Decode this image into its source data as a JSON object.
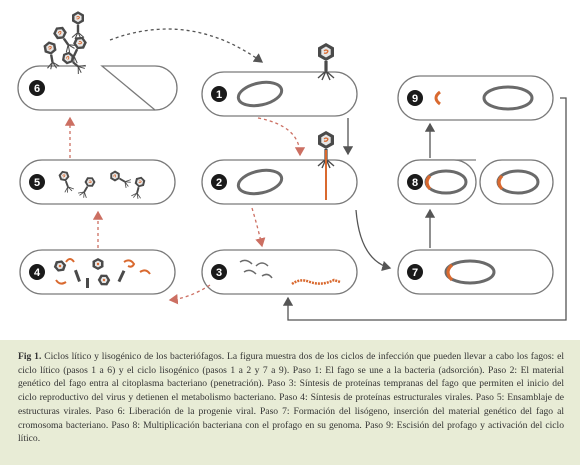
{
  "colors": {
    "cell_outline": "#7a7a7a",
    "cell_fill": "#ffffff",
    "dna": "#d9692f",
    "phage": "#4a4a4a",
    "lytic_arrow": "#cc6f62",
    "lysogenic_arrow": "#555555",
    "caption_bg": "#e8ecd6"
  },
  "steps": {
    "s1": "1",
    "s2": "2",
    "s3": "3",
    "s4": "4",
    "s5": "5",
    "s6": "6",
    "s7": "7",
    "s8": "8",
    "s9": "9"
  },
  "caption": {
    "label": "Fig 1.",
    "text": " Ciclos lítico y lisogénico de los bacteriófagos. La figura muestra dos de los ciclos de infección que pueden llevar a cabo los fagos: el ciclo lítico (pasos 1 a 6) y el ciclo lisogénico (pasos 1 a 2 y 7 a 9). Paso 1: El fago se une a la bacteria (adsorción). Paso 2: El material genético del fago entra al citoplasma bacteriano (penetración). Paso 3: Síntesis de proteínas tempranas del fago que permiten el inicio del ciclo reproductivo del virus y detienen el metabolismo bacteriano. Paso 4: Síntesis de proteínas estructurales virales. Paso 5: Ensamblaje de estructuras virales. Paso 6: Liberación de la progenie viral. Paso 7: Formación del lisógeno, inserción del material genético del fago al cromosoma bacteriano. Paso 8: Multiplicación bacteriana con el profago en su genoma. Paso 9: Escisión del profago y activación del ciclo lítico."
  }
}
